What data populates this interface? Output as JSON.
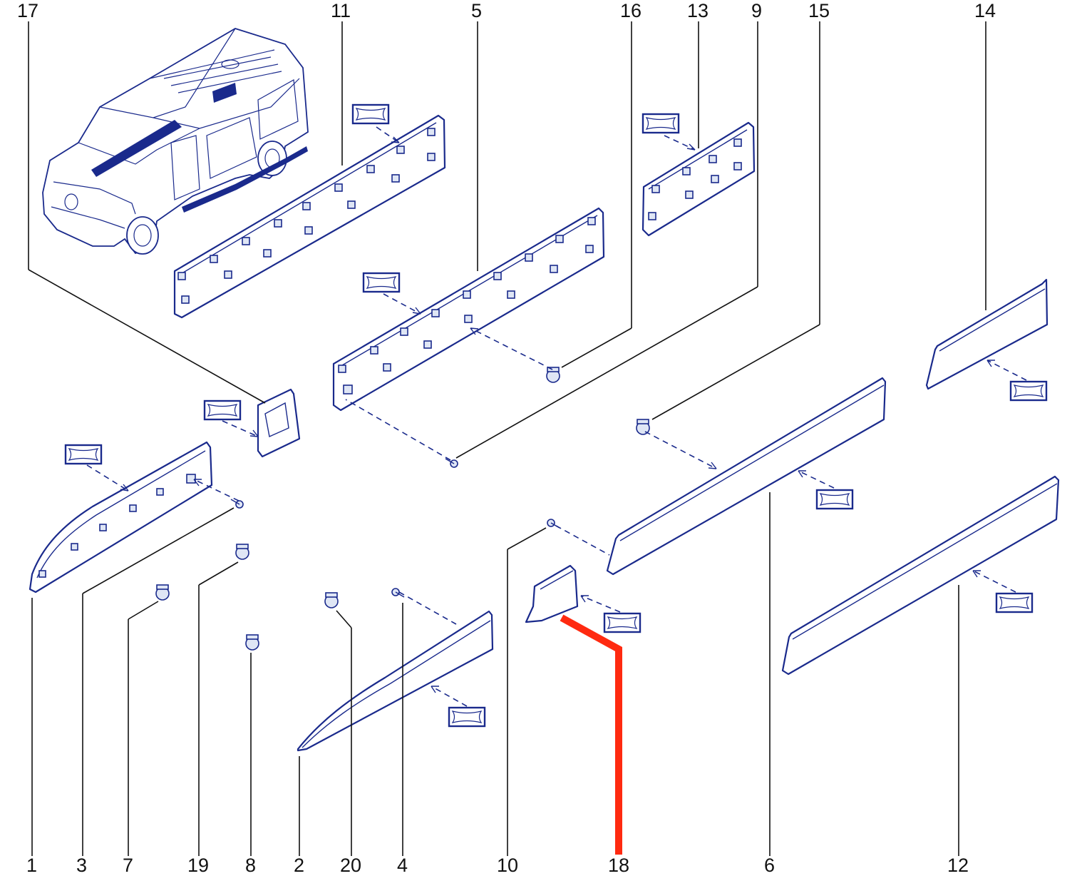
{
  "diagram": {
    "top_labels": [
      "17",
      "11",
      "5",
      "16",
      "13",
      "9",
      "15",
      "14"
    ],
    "bottom_labels": [
      "1",
      "3",
      "7",
      "19",
      "8",
      "2",
      "20",
      "4",
      "10",
      "18",
      "6",
      "12"
    ],
    "highlight_part": "18",
    "colors": {
      "line": "#1a2a8c",
      "leader": "#111111",
      "highlight": "#ff2a10",
      "background": "#ffffff"
    }
  }
}
